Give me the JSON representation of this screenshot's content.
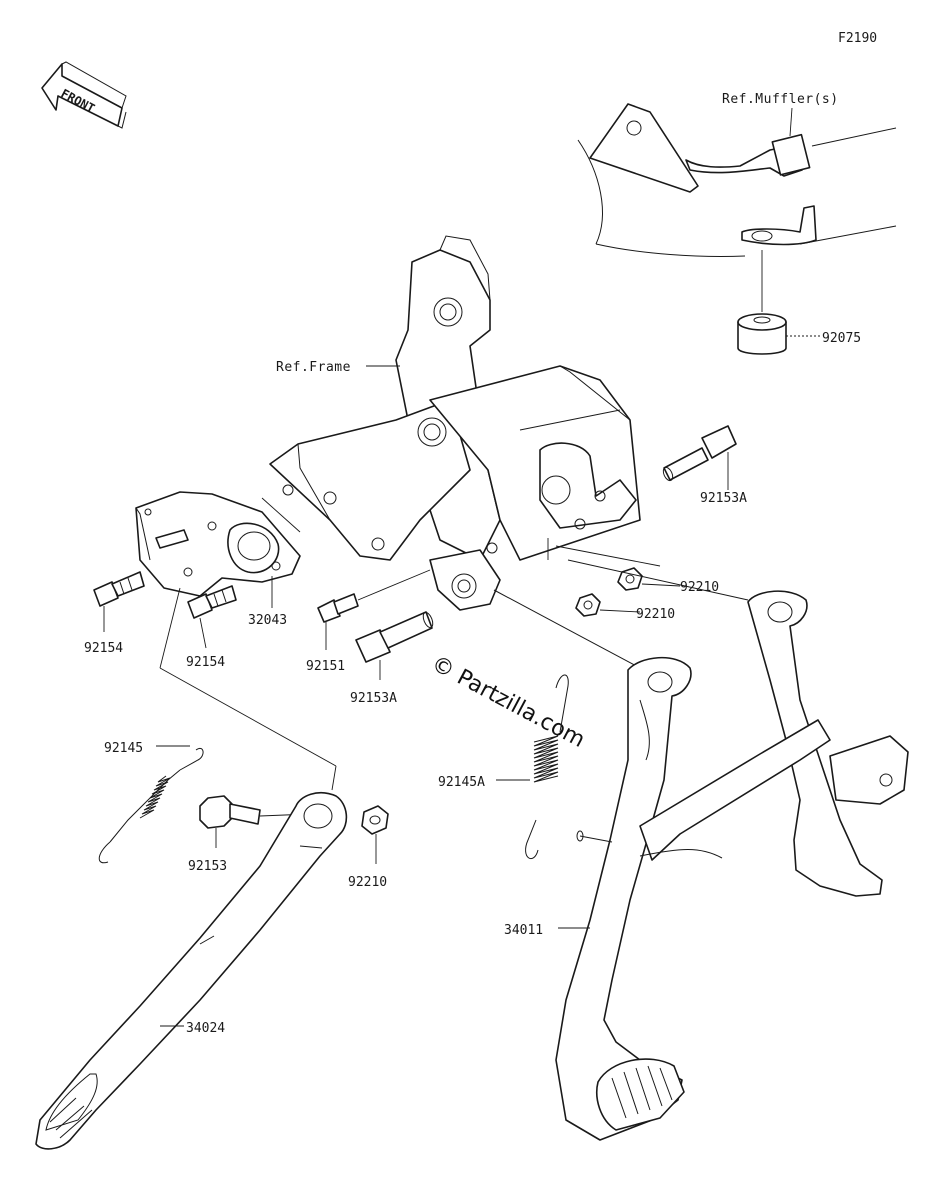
{
  "figure_code": "F2190",
  "front_arrow_text": "FRONT",
  "watermark": "© Partzilla.com",
  "references": {
    "muffler": "Ref.Muffler(s)",
    "frame": "Ref.Frame"
  },
  "parts": {
    "p92075": "92075",
    "p92153A_top": "92153A",
    "p92210_a": "92210",
    "p92210_b": "92210",
    "p92154_a": "92154",
    "p92154_b": "92154",
    "p32043": "32043",
    "p92151": "92151",
    "p92153A_mid": "92153A",
    "p92145": "92145",
    "p92145A": "92145A",
    "p92153": "92153",
    "p92210_c": "92210",
    "p34011": "34011",
    "p34024": "34024"
  },
  "colors": {
    "line": "#1a1a1a",
    "background": "#ffffff"
  }
}
